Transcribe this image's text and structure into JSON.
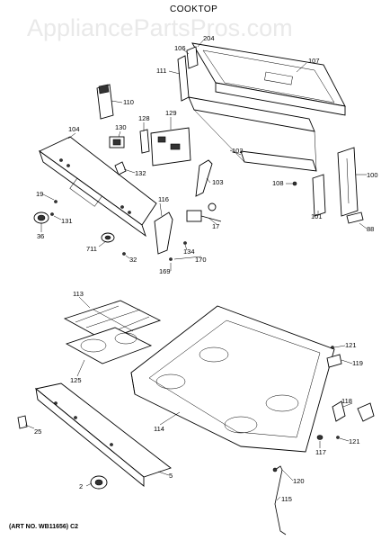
{
  "watermark": "AppliancePartsPros.com",
  "title": "COOKTOP",
  "art_number": "(ART NO. WB11656) C2",
  "labels": {
    "p204": "204",
    "p106": "106",
    "p111": "111",
    "p107": "107",
    "p110": "110",
    "p129": "129",
    "p128": "128",
    "p104": "104",
    "p130": "130",
    "p102": "102",
    "p132": "132",
    "p103": "103",
    "p108": "108",
    "p100": "100",
    "p19": "19",
    "p116": "116",
    "p131": "131",
    "p17": "17",
    "p101": "101",
    "p36": "36",
    "p88": "88",
    "p711": "711",
    "p134": "134",
    "p32": "32",
    "p170": "170",
    "p169": "169",
    "p113": "113",
    "p121a": "121",
    "p119": "119",
    "p125": "125",
    "p118": "118",
    "p114": "114",
    "p25": "25",
    "p117": "117",
    "p121b": "121",
    "p120": "120",
    "p5": "5",
    "p2": "2",
    "p115": "115"
  }
}
